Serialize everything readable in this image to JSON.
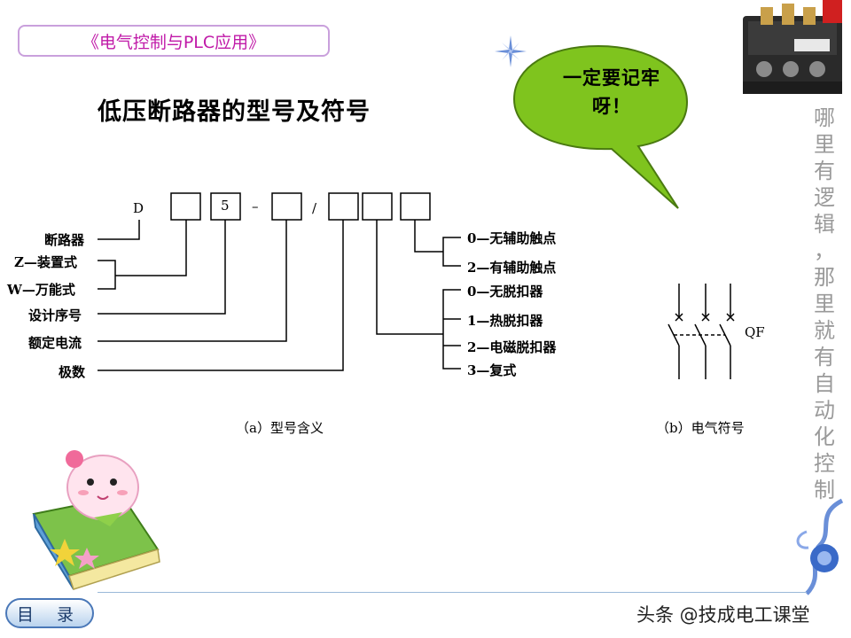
{
  "header": {
    "course": "《电气控制与PLC应用》"
  },
  "title": "低压断路器的型号及符号",
  "bubble": {
    "line1": "一定要记牢",
    "line2": "呀！"
  },
  "slogan": [
    "哪",
    "里",
    "有",
    "逻",
    "辑",
    "，",
    "那",
    "里",
    "就",
    "有",
    "自",
    "动",
    "化",
    "控",
    "制"
  ],
  "diagram_a": {
    "prefix": "D",
    "box2_text": "5",
    "dash": "–",
    "slash": "/",
    "left_labels": {
      "breaker": "断路器",
      "z_type": "Z—装置式",
      "w_type": "W—万能式",
      "design_no": "设计序号",
      "rated_current": "额定电流",
      "poles": "极数"
    },
    "right_labels": {
      "aux0": "0—无辅助触点",
      "aux2": "2—有辅助触点",
      "rel0": "0—无脱扣器",
      "rel1": "1—热脱扣器",
      "rel2": "2—电磁脱扣器",
      "rel3": "3—复式"
    },
    "caption": "（a）型号含义"
  },
  "diagram_b": {
    "symbol": "QF",
    "caption": "（b）电气符号"
  },
  "footer": {
    "menu": "目 录",
    "watermark": "头条 @技成电工课堂"
  }
}
